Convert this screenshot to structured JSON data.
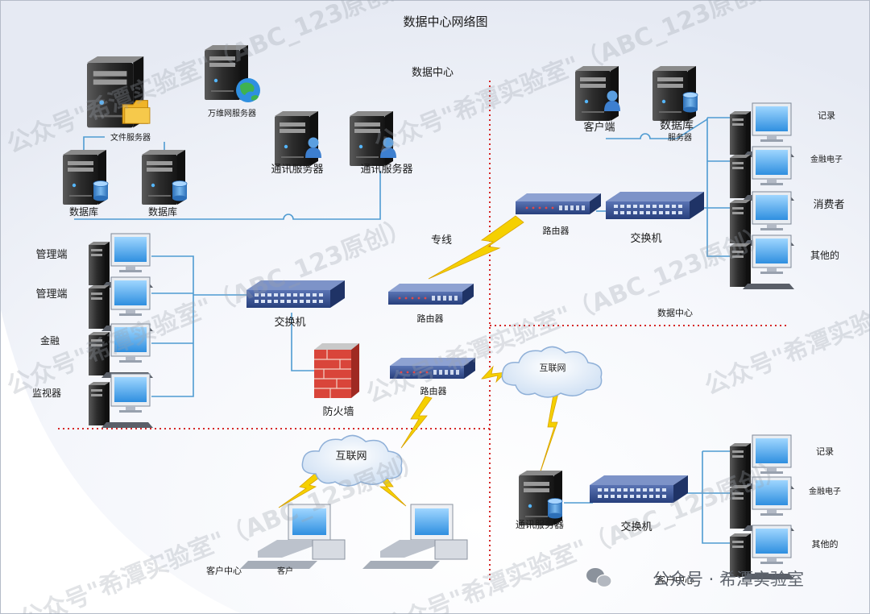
{
  "title": "数据中心网络图",
  "zones": {
    "top_left": "数据中心",
    "right": "数据中心",
    "bottom_left": "客户中心",
    "bottom_right": "客户中心"
  },
  "servers": {
    "file": "文件服务器",
    "web": "万维网服务器",
    "comm1": "通讯服务器",
    "comm2": "通讯服务器",
    "db1": "数据库",
    "db2": "数据库",
    "client_right": "客户端",
    "db_right_line1": "数据库",
    "db_right_line2": "服务器",
    "comm_bottom": "通讯服务器"
  },
  "left_pcs": [
    "管理端",
    "管理端",
    "金融",
    "监视器"
  ],
  "right_top_pcs": [
    "记录",
    "金融电子",
    "消费者",
    "其他的"
  ],
  "right_bottom_pcs": [
    "记录",
    "金融电子",
    "其他的"
  ],
  "network": {
    "switch_left": "交换机",
    "switch_right": "交换机",
    "switch_bottom": "交换机",
    "router_mid": "路由器",
    "router_low": "路由器",
    "router_right": "路由器",
    "firewall": "防火墙",
    "cloud_right": "互联网",
    "cloud_left": "互联网",
    "dedicated_line": "专线",
    "client": "客户"
  },
  "watermark": "公众号\"希潭实验室\"（ABC_123原创）",
  "footer_brand": "公众号 · 希潭实验室",
  "colors": {
    "switch": "#34508f",
    "cable": "#4f9bd2",
    "divider": "#d62828",
    "bolt": "#f5d000",
    "firewall": "#d9453a"
  }
}
